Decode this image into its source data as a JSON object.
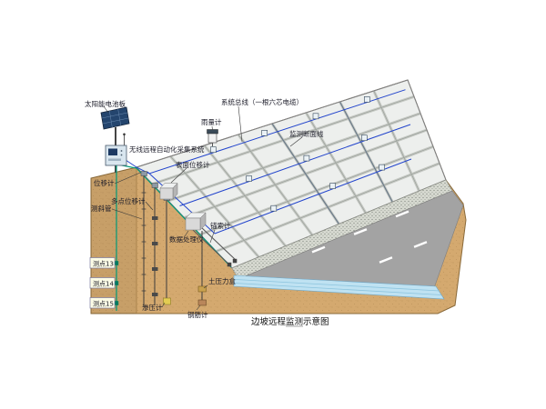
{
  "diagram": {
    "caption": "边坡远程监测示意图",
    "labels": {
      "solar_panel": "太阳能电池板",
      "system_bus": "系统总线（一根六芯电缆）",
      "rain_gauge": "雨量计",
      "monitoring_section_line": "监测断面线",
      "wireless_system": "无线远程自动化采集系统",
      "surface_displacement_meter": "表面位移计",
      "displacement_meter": "位移计",
      "inclinometer_pipe": "测斜管",
      "multipoint_displacement_meter": "多点位移计",
      "data_processor": "数据处理仪",
      "anchor_cable_meter": "锚索计",
      "point_13": "测点13",
      "point_14": "测点14",
      "point_15": "测点15",
      "earth_pressure_cell": "土压力盒",
      "seepage_meter": "渗压计",
      "rebar_meter": "钢筋计"
    },
    "colors": {
      "soil": "#d4a96f",
      "slope_face": "#edefed",
      "road": "#a3a3a3",
      "water": "#bfe2f2",
      "bus_cable": "#2244cc",
      "ground_cable": "#00997a",
      "solar_panel": "#24456e"
    }
  }
}
